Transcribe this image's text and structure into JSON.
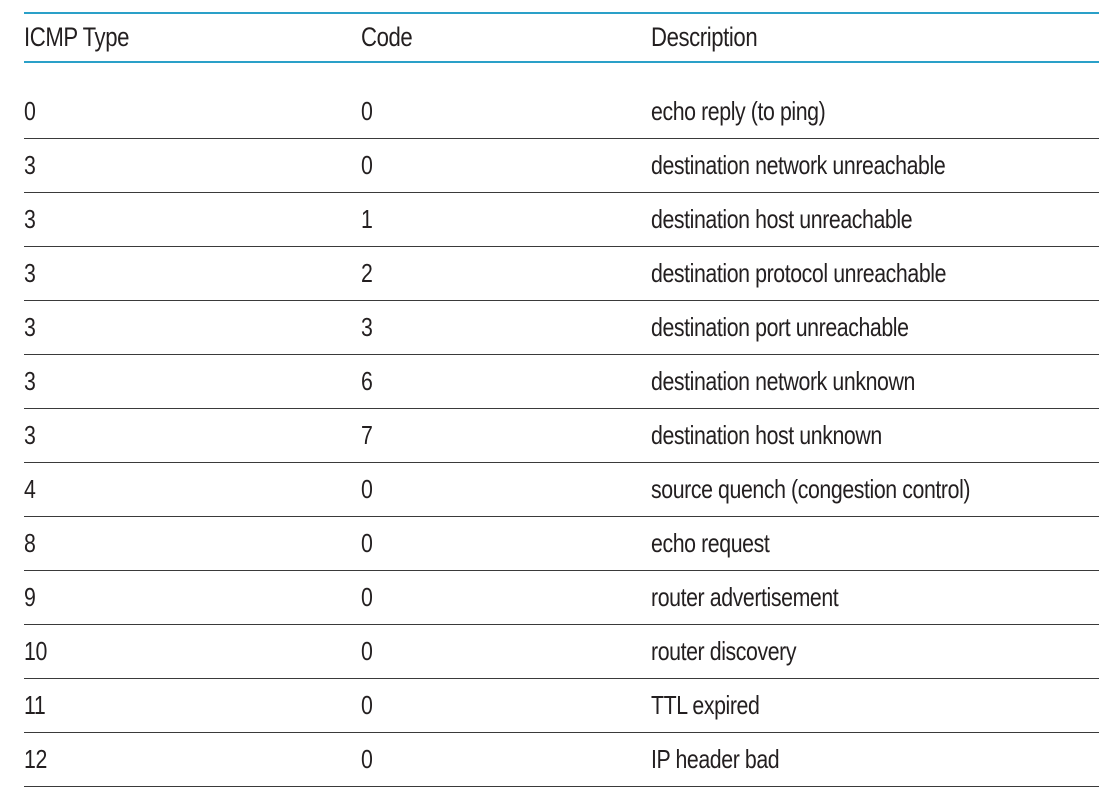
{
  "table": {
    "headers": [
      "ICMP Type",
      "Code",
      "Description"
    ],
    "rows": [
      [
        "0",
        "0",
        "echo reply (to ping)"
      ],
      [
        "3",
        "0",
        "destination network unreachable"
      ],
      [
        "3",
        "1",
        "destination host unreachable"
      ],
      [
        "3",
        "2",
        "destination protocol unreachable"
      ],
      [
        "3",
        "3",
        "destination port unreachable"
      ],
      [
        "3",
        "6",
        "destination network unknown"
      ],
      [
        "3",
        "7",
        "destination host unknown"
      ],
      [
        "4",
        "0",
        "source quench (congestion control)"
      ],
      [
        "8",
        "0",
        "echo request"
      ],
      [
        "9",
        "0",
        "router advertisement"
      ],
      [
        "10",
        "0",
        "router discovery"
      ],
      [
        "11",
        "0",
        "TTL expired"
      ],
      [
        "12",
        "0",
        "IP header bad"
      ]
    ]
  },
  "colors": {
    "rule_accent": "#2aa0c8",
    "row_divider": "#3a3a3a",
    "text": "#231f20"
  }
}
